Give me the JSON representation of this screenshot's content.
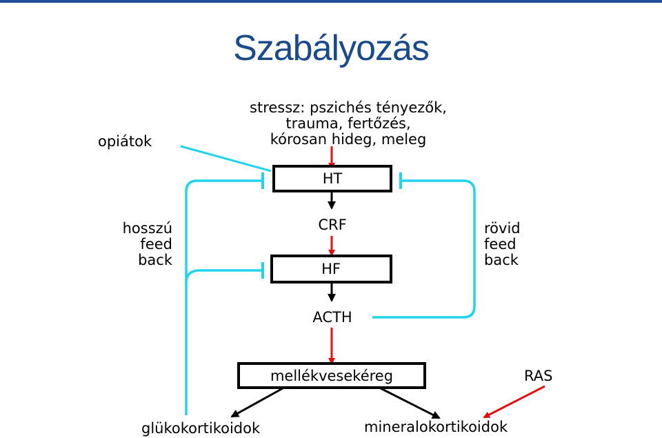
{
  "title": "Szabályozás",
  "colors": {
    "title": "#1a4a8a",
    "stimulus_arrow": "#e01010",
    "product_arrow": "#000000",
    "feedback": "#22d3f0"
  },
  "stress": {
    "line1": "stressz: pszichés tényezők,",
    "line2": "trauma, fertőzés,",
    "line3": "kórosan hideg, meleg"
  },
  "opiates": "opiátok",
  "boxes": {
    "ht": "HT",
    "hf": "HF",
    "adrenal_cortex": "mellékvesekéreg"
  },
  "hormones": {
    "crf": "CRF",
    "acth": "ACTH"
  },
  "long_feedback": {
    "line1": "hosszú",
    "line2": "feed",
    "line3": "back"
  },
  "short_feedback": {
    "line1": "rövid",
    "line2": "feed",
    "line3": "back"
  },
  "ras": "RAS",
  "products": {
    "glucocorticoids": "glükokortikoidok",
    "mineralocorticoids": "mineralokortikoidok"
  }
}
